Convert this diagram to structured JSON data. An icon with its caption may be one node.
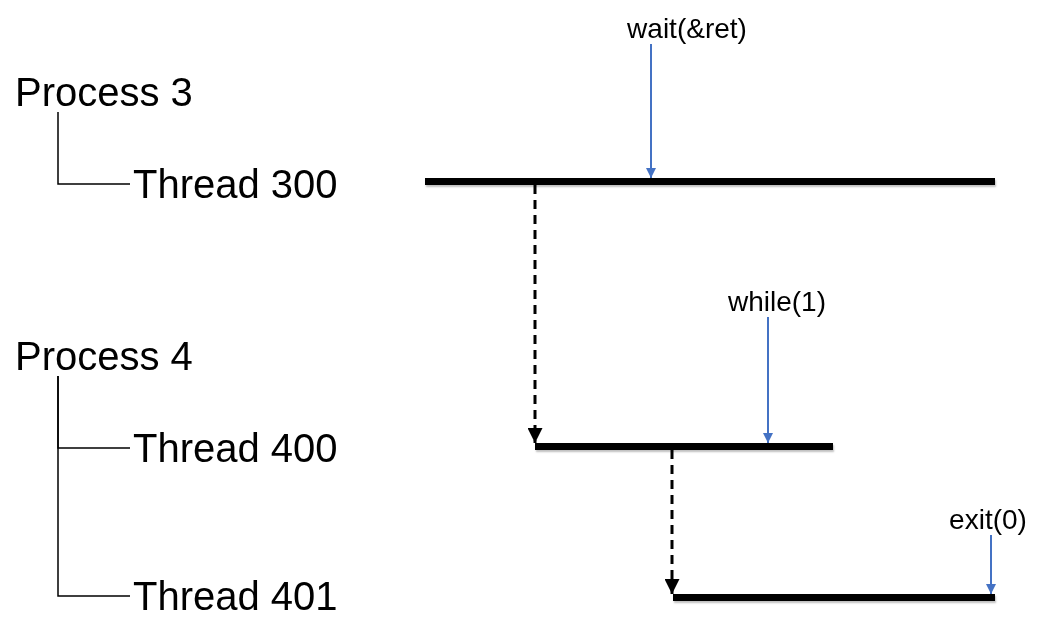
{
  "diagram": {
    "nodes": [
      {
        "text": [
          "Process 3"
        ]
      },
      {
        "text": [
          "Thread 300"
        ]
      },
      {
        "text": [
          "Process 4"
        ]
      },
      {
        "text": [
          "Thread 400"
        ]
      },
      {
        "text": [
          "Thread 401"
        ]
      },
      {
        "text": [],
        "shape": "bar"
      },
      {
        "text": [],
        "shape": "bar"
      },
      {
        "text": [],
        "shape": "bar"
      },
      {
        "text": [
          "wait(&ret)"
        ]
      },
      {
        "text": [
          "while(1)"
        ]
      },
      {
        "text": [
          "exit(0)"
        ]
      }
    ],
    "edges": [
      {
        "from": 0,
        "to": 1,
        "arrow": "none"
      },
      {
        "from": 2,
        "to": 3,
        "arrow": "none"
      },
      {
        "from": 2,
        "to": 4,
        "arrow": "none"
      },
      {
        "from": 5,
        "to": 6,
        "arrow": "to",
        "style": "dashed"
      },
      {
        "from": 6,
        "to": 7,
        "arrow": "to",
        "style": "dashed"
      },
      {
        "from": 8,
        "to": 5,
        "arrow": "to",
        "color": "#4472c4"
      },
      {
        "from": 9,
        "to": 6,
        "arrow": "to",
        "color": "#4472c4"
      },
      {
        "from": 10,
        "to": 7,
        "arrow": "to",
        "color": "#4472c4"
      }
    ]
  }
}
